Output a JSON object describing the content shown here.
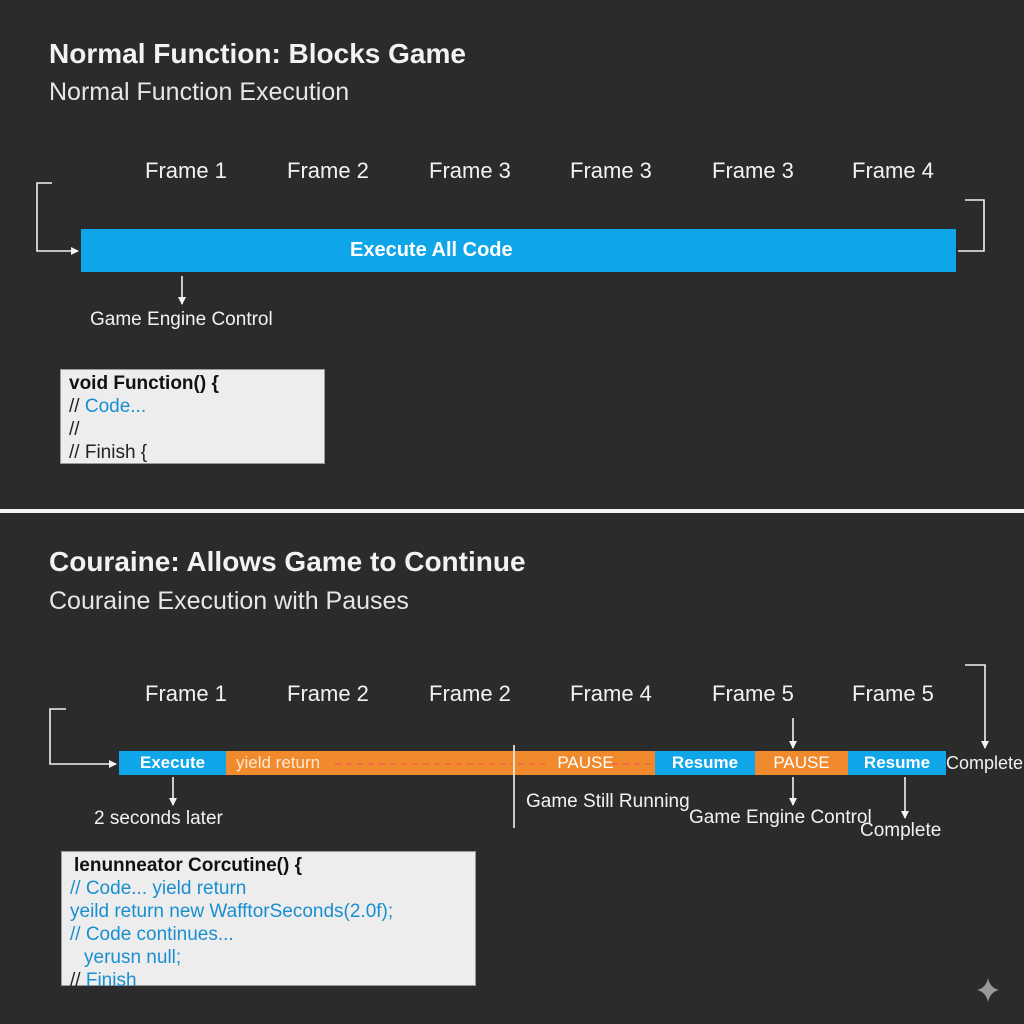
{
  "top": {
    "title": "Normal Function: Blocks Game",
    "subtitle": "Normal Function Execution",
    "frames": [
      "Frame 1",
      "Frame 2",
      "Frame 3",
      "Frame 3",
      "Frame 3",
      "Frame 4"
    ],
    "bar_label": "Execute All Code",
    "engine_label": "Game Engine Control",
    "code": {
      "line1": "void Function() {",
      "line2_prefix": "// ",
      "line2_text": "Code...",
      "line3": "//",
      "line4": "// Finish {"
    }
  },
  "bottom": {
    "title": "Couraine: Allows Game to Continue",
    "subtitle": "Couraine Execution with Pauses",
    "frames": [
      "Frame 1",
      "Frame 2",
      "Frame 2",
      "Frame 4",
      "Frame 5",
      "Frame 5"
    ],
    "segments": {
      "execute": "Execute",
      "yield": "yield return",
      "pause1": "PAUSE",
      "resume1": "Resume",
      "pause2": "PAUSE",
      "resume2": "Resume"
    },
    "complete_right": "Complete",
    "seconds_label": "2 seconds later",
    "still_running": "Game Still Running",
    "engine_label": "Game Engine Control",
    "complete_below": "Complete",
    "code": {
      "line1": "lenunneator Corcutine() {",
      "line2": "// Code...      yield return",
      "line3": "yeild return new WafftorSeconds(2.0f);",
      "line4": "// Code continues...",
      "line5": "yerusn null;",
      "line6_prefix": "// ",
      "line6_text": "Finish"
    }
  },
  "colors": {
    "background": "#2b2b2b",
    "blue": "#0ea5e9",
    "orange": "#f08a2c",
    "code_bg": "#ededed",
    "code_blue": "#1a8fd0"
  },
  "icons": {
    "corner": "sparkle-icon"
  }
}
